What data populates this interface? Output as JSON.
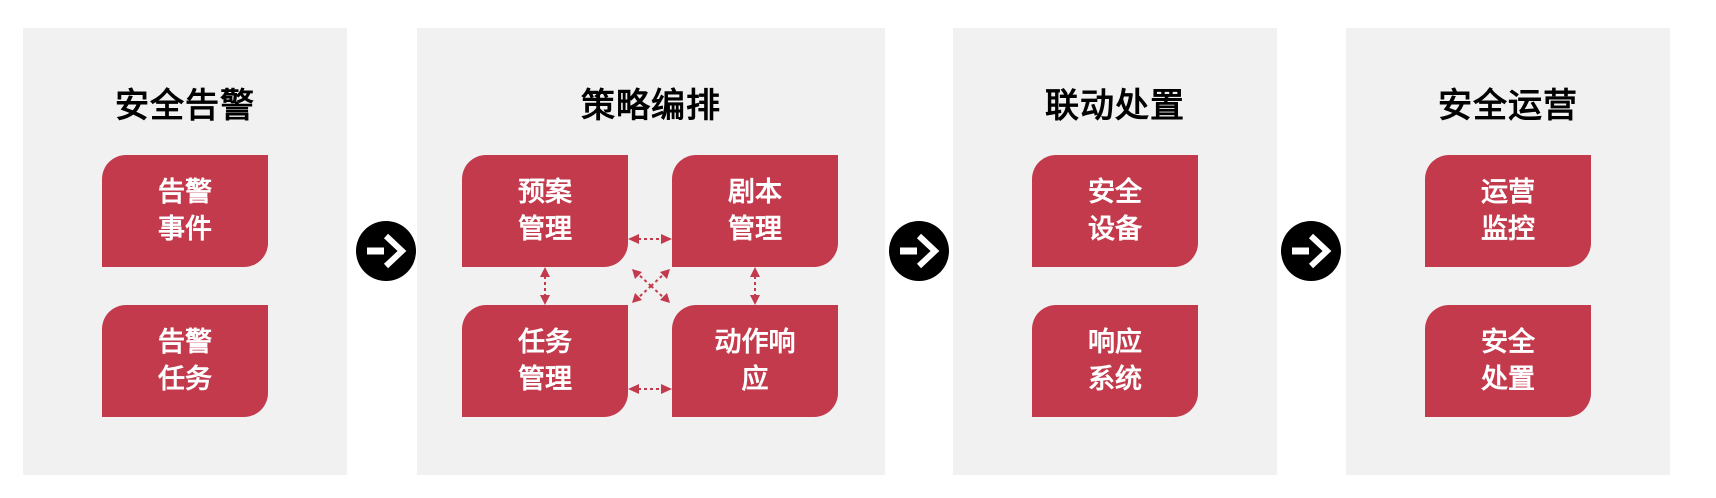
{
  "colors": {
    "accent_red": "#c23a4c",
    "panel_bg": "#f1f1f1",
    "title_text": "#000000",
    "box_text": "#ffffff",
    "flow_circle": "#000000"
  },
  "icons": {
    "flow_arrow": "black circle with white dash and right chevron arrow",
    "link_arrow": "red dashed double-headed arrow",
    "cross_arrow": "red dashed four-way diagonal arrow"
  },
  "panels": [
    {
      "title": "安全告警",
      "boxes": [
        {
          "line1": "告警",
          "line2": "事件"
        },
        {
          "line1": "告警",
          "line2": "任务"
        }
      ]
    },
    {
      "title": "策略编排",
      "boxes": [
        {
          "line1": "预案",
          "line2": "管理"
        },
        {
          "line1": "剧本",
          "line2": "管理"
        },
        {
          "line1": "任务",
          "line2": "管理"
        },
        {
          "line1": "动作响",
          "line2": "应"
        }
      ]
    },
    {
      "title": "联动处置",
      "boxes": [
        {
          "line1": "安全",
          "line2": "设备"
        },
        {
          "line1": "响应",
          "line2": "系统"
        }
      ]
    },
    {
      "title": "安全运营",
      "boxes": [
        {
          "line1": "运营",
          "line2": "监控"
        },
        {
          "line1": "安全",
          "line2": "处置"
        }
      ]
    }
  ]
}
